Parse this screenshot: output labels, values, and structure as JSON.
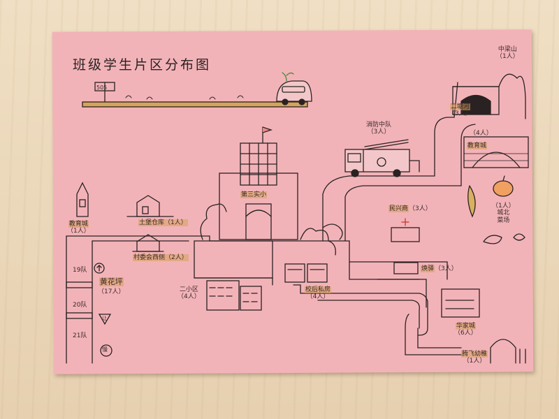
{
  "title": "班级学生片区分布图",
  "signpost": "505",
  "places": {
    "zhongliangshan": {
      "name": "中梁山",
      "count": "（1人）"
    },
    "ertanghe": {
      "name": "二塘河",
      "count": "（3人）"
    },
    "xiaofang": {
      "name": "消防中队",
      "count": "（3人）"
    },
    "jiaoyucheng_top": {
      "count": "（4人）"
    },
    "jiaoyucheng_top_name": {
      "name": "教育城"
    },
    "gaoxinyuan": {
      "name": "（1人）\n城北\n菜场"
    },
    "school": {
      "name": "第三实小"
    },
    "minsheng": {
      "name": "民兴商",
      "count": "（3人）"
    },
    "jiaoyu_left": {
      "name": "教育城",
      "count": "（1人）"
    },
    "tubao": {
      "name": "土堡仓库（1人）"
    },
    "cunwei": {
      "name": "村委会西侧（2人）"
    },
    "erxiaoqu": {
      "name": "二小区",
      "count": "（4人）"
    },
    "xiaohou": {
      "name": "校后私房",
      "count": "（4人）"
    },
    "huanji": {
      "name": "焕驿",
      "count": "（3人）"
    },
    "huanghuaping": {
      "name": "黄花坪",
      "count": "（17人）"
    },
    "huajiacheng": {
      "name": "华家城",
      "count": "（6人）"
    },
    "mengqian": {
      "name": "腾飞幼稚",
      "count": "（1人）"
    },
    "dui19": {
      "name": "19队"
    },
    "dui20": {
      "name": "20队"
    },
    "dui21": {
      "name": "21队"
    },
    "slow_sign": {
      "name": "慢"
    },
    "yield_sign": {
      "name": "让"
    }
  }
}
